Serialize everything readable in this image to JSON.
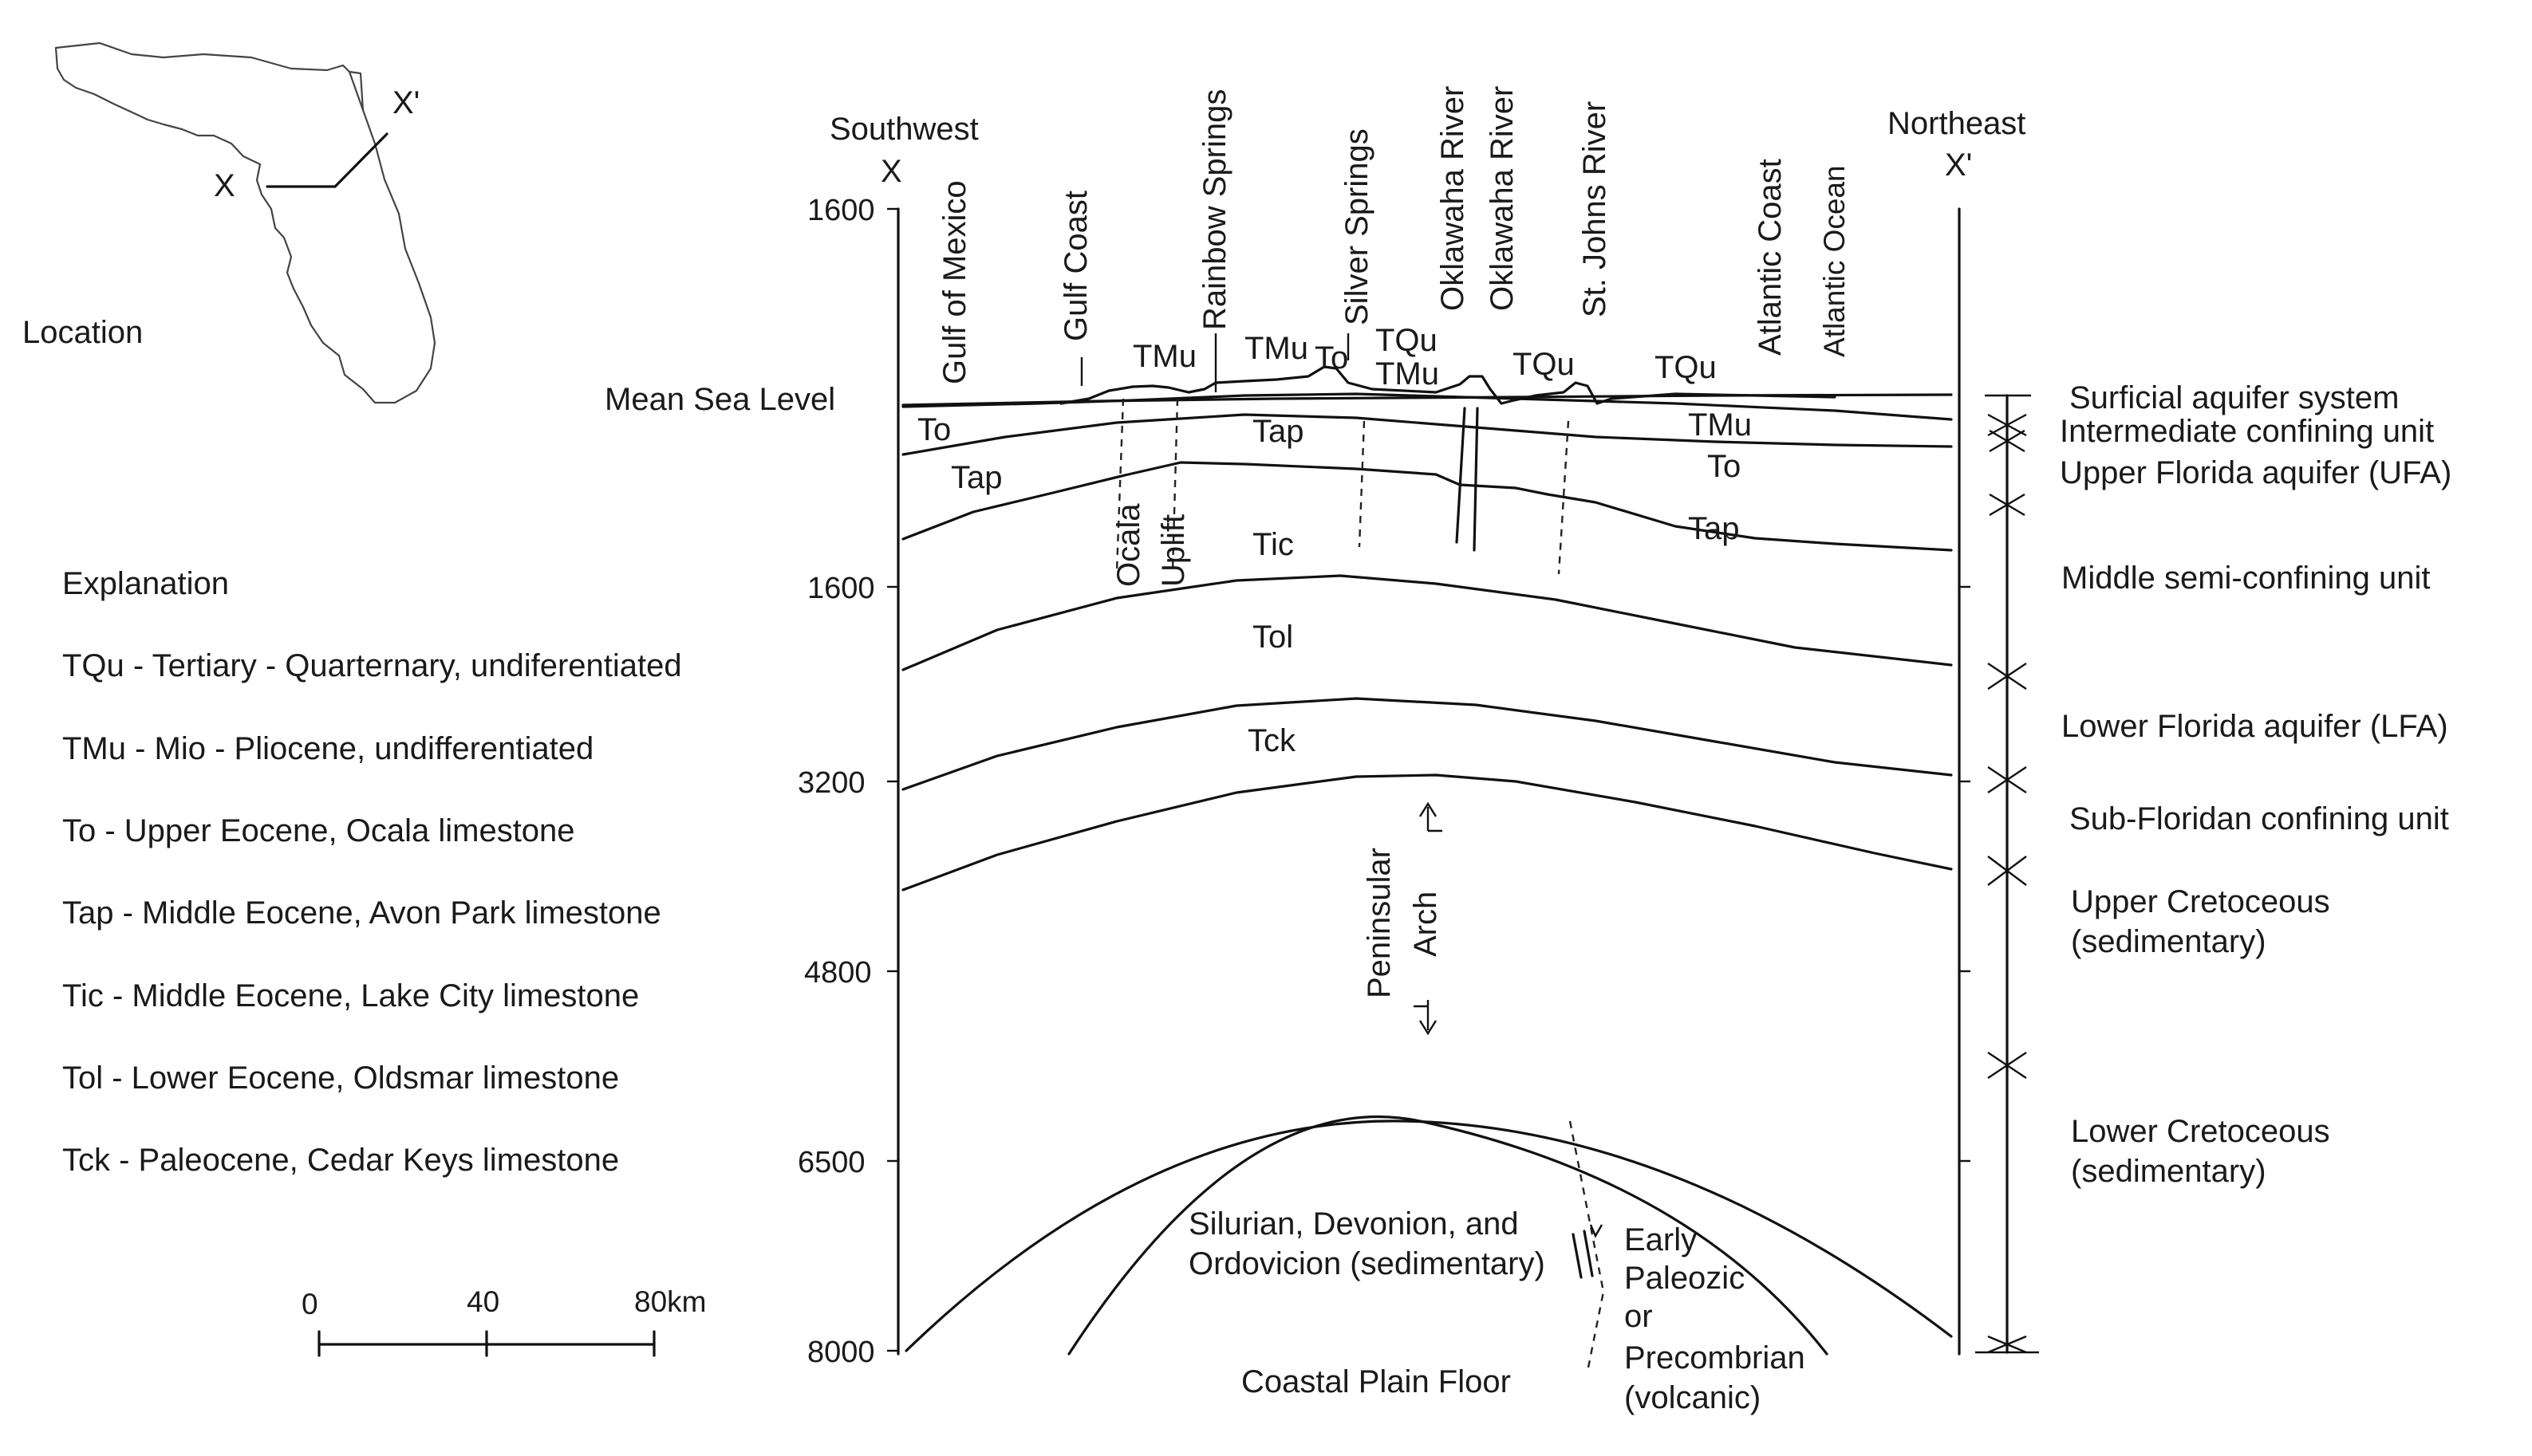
{
  "location_label": "Location",
  "section_ends": {
    "x": "X",
    "x_prime": "X'"
  },
  "directions": {
    "southwest": "Southwest",
    "northeast": "Northeast"
  },
  "mean_sea_level": "Mean Sea Level",
  "depth_ticks": [
    "1600",
    "1600",
    "3200",
    "4800",
    "6500",
    "8000"
  ],
  "surface_features": [
    "Gulf of Mexico",
    "Gulf Coast",
    "Rainbow Springs",
    "Silver Springs",
    "Oklawaha River",
    "Oklawaha River",
    "St. Johns River",
    "Atlantic Coast",
    "Atlantic Ocean"
  ],
  "unit_labels": {
    "to_left": "To",
    "tap_left": "Tap",
    "tmu_1": "TMu",
    "tmu_2": "TMu",
    "to_top": "To",
    "tqu_1": "TQu",
    "tmu_3": "TMu",
    "tqu_2": "TQu",
    "tqu_3": "TQu",
    "tap_center": "Tap",
    "tmu_right": "TMu",
    "to_right": "To",
    "tap_right": "Tap",
    "tic": "Tic",
    "tol": "Tol",
    "tck": "Tck"
  },
  "structures": {
    "ocala_uplift": [
      "Ocala",
      "Uplift"
    ],
    "peninsular_arch": [
      "Peninsular",
      "Arch"
    ],
    "coastal_plain_floor": "Coastal Plain Floor",
    "silurian": [
      "Silurian, Devonion, and",
      "Ordovicion (sedimentary)"
    ],
    "early_paleozoic": [
      "Early",
      "Paleozic",
      "or",
      "Precombrian",
      "(volcanic)"
    ]
  },
  "hydro_units": [
    "Surficial aquifer system",
    "Intermediate confining unit",
    "Upper Florida aquifer (UFA)",
    "Middle semi-confining unit",
    "Lower Florida aquifer (LFA)",
    "Sub-Floridan confining unit",
    [
      "Upper Cretoceous",
      "(sedimentary)"
    ],
    [
      "Lower Cretoceous",
      "(sedimentary)"
    ]
  ],
  "explanation": {
    "title": "Explanation",
    "items": [
      "TQu - Tertiary - Quarternary, undiferentiated",
      "TMu - Mio - Pliocene, undifferentiated",
      "To - Upper Eocene, Ocala limestone",
      "Tap - Middle Eocene, Avon Park limestone",
      "Tic - Middle Eocene, Lake City limestone",
      "Tol - Lower Eocene, Oldsmar limestone",
      "Tck - Paleocene, Cedar Keys limestone"
    ]
  },
  "scale_bar": {
    "ticks": [
      "0",
      "40",
      "80km"
    ]
  }
}
